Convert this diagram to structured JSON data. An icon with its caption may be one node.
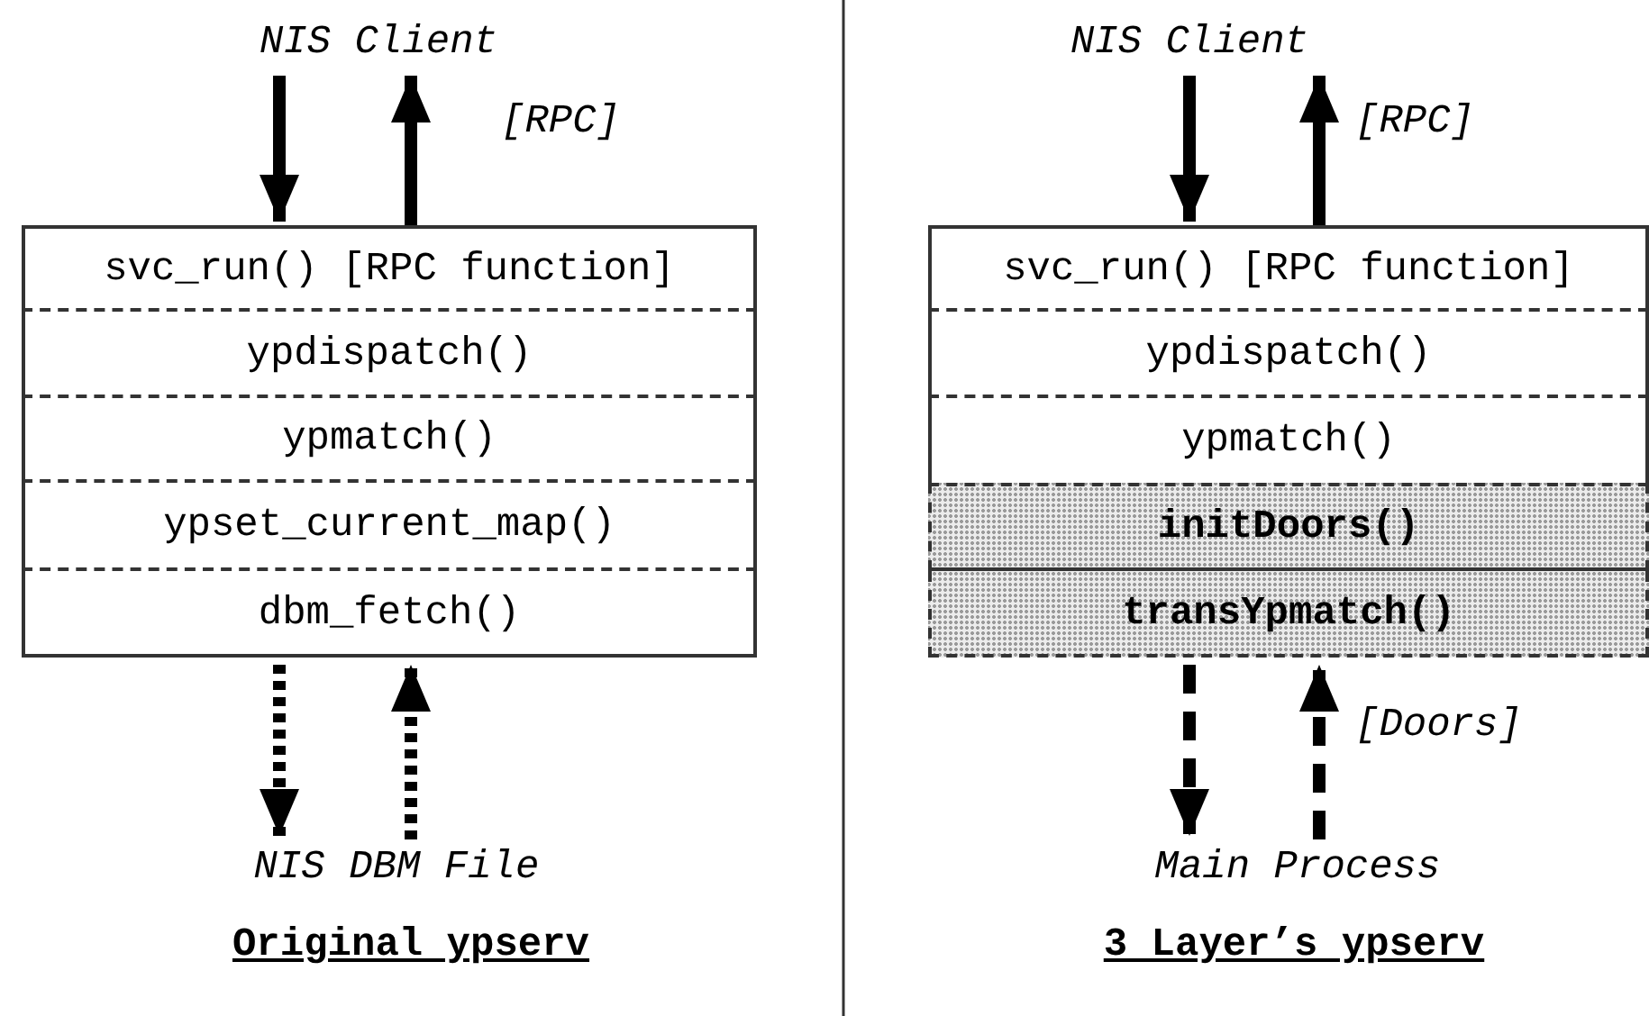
{
  "diagram": {
    "nodes": [
      {
        "text": [
          "NIS Client"
        ]
      },
      {
        "text": [
          "svc_run() [RPC function]"
        ]
      },
      {
        "text": [
          "ypdispatch()"
        ]
      },
      {
        "text": [
          "ypmatch()"
        ]
      },
      {
        "text": [
          "ypset_current_map()"
        ]
      },
      {
        "text": [
          "dbm_fetch()"
        ]
      },
      {
        "text": [
          "NIS DBM File"
        ]
      },
      {
        "text": [
          "NIS Client"
        ]
      },
      {
        "text": [
          "svc_run() [RPC function]"
        ]
      },
      {
        "text": [
          "ypdispatch()"
        ]
      },
      {
        "text": [
          "ypmatch()"
        ]
      },
      {
        "text": [
          "initDoors()"
        ]
      },
      {
        "text": [
          "transYpmatch()"
        ]
      },
      {
        "text": [
          "Main Process"
        ]
      }
    ],
    "edges": [
      {
        "from": 0,
        "to": 1,
        "arrow": "to"
      },
      {
        "from": 1,
        "to": 0,
        "arrow": "to",
        "label": "[RPC]"
      },
      {
        "from": 5,
        "to": 6,
        "arrow": "to",
        "style": "dashed"
      },
      {
        "from": 6,
        "to": 5,
        "arrow": "to",
        "style": "dashed"
      },
      {
        "from": 7,
        "to": 8,
        "arrow": "to"
      },
      {
        "from": 8,
        "to": 7,
        "arrow": "to",
        "label": "[RPC]"
      },
      {
        "from": 12,
        "to": 13,
        "arrow": "to",
        "style": "dashed"
      },
      {
        "from": 13,
        "to": 12,
        "arrow": "to",
        "style": "dashed",
        "label": "[Doors]"
      }
    ],
    "labels": [
      "Original ypserv",
      "3 Layer’s ypserv"
    ]
  }
}
